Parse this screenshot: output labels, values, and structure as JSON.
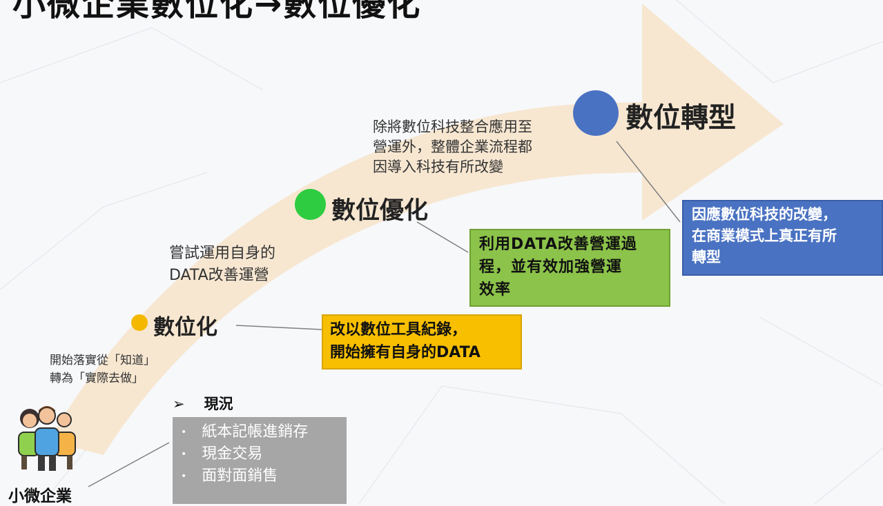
{
  "title": "小微企業數位化→數位優化",
  "stages": {
    "digitization": {
      "label": "數位化",
      "dot_color": "#f5b800"
    },
    "optimization": {
      "label": "數位優化",
      "dot_color": "#2ecc40"
    },
    "transformation": {
      "label": "數位轉型",
      "dot_color": "#4a72c2"
    }
  },
  "descriptions": {
    "start": [
      "開始落實從「知道」",
      "轉為「實際去做」"
    ],
    "digitization": [
      "嘗試運用自身的",
      "DATA改善運營"
    ],
    "optimization": [
      "除將數位科技整合應用至",
      "營運外，整體企業流程都",
      "因導入科技有所改變"
    ]
  },
  "boxes": {
    "yellow": [
      "改以數位工具紀錄，",
      "開始擁有自身的DATA"
    ],
    "green": [
      "利用DATA改善營運過",
      "程，並有效加強營運",
      "效率"
    ],
    "blue": [
      "因應數位科技的改變，",
      "在商業模式上真正有所",
      "轉型"
    ]
  },
  "status": {
    "heading": "現況",
    "marker": "➢",
    "items": [
      "紙本記帳進銷存",
      "現金交易",
      "面對面銷售"
    ]
  },
  "company_label": "小微企業",
  "icons": {
    "people": "people-group-icon"
  },
  "colors": {
    "arrow": "#f7e6cf",
    "yellow": "#f7bf00",
    "green": "#8cc34a",
    "blue": "#4a72c2",
    "gray": "#a6a6a6"
  }
}
